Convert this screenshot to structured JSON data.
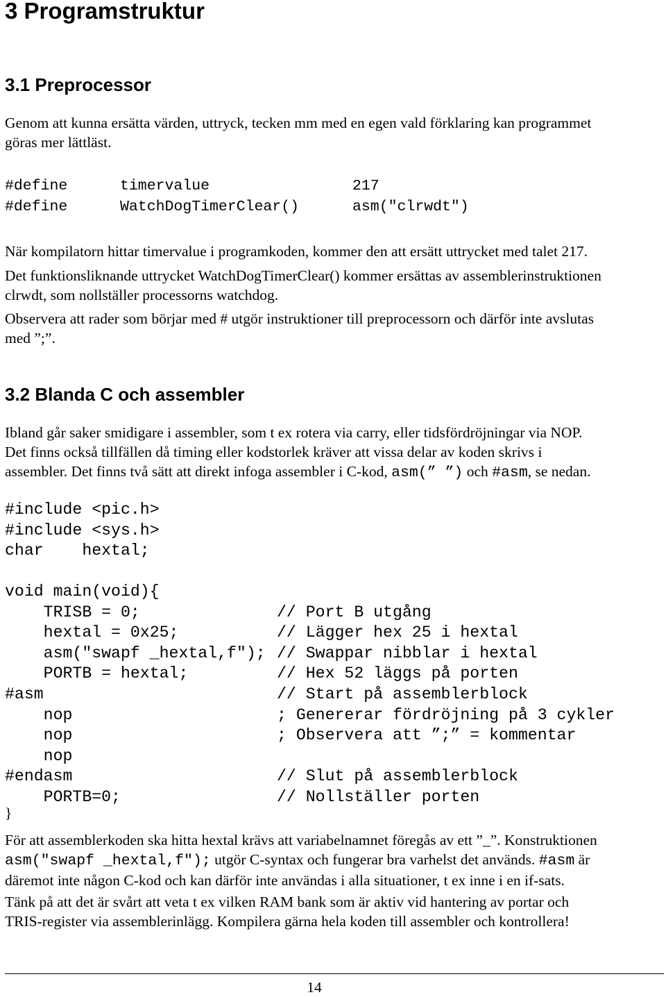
{
  "chapter": {
    "title": "3 Programstruktur"
  },
  "section_preprocessor": {
    "heading": "3.1 Preprocessor",
    "intro": [
      "Genom att kunna ersätta värden, uttryck, tecken mm med en egen vald förklaring kan programmet",
      "göras mer lättläst."
    ],
    "defines": [
      {
        "directive": "#define",
        "name": "timervalue",
        "value": "217"
      },
      {
        "directive": "#define",
        "name": "WatchDogTimerClear()",
        "value": "asm(\"clrwdt\")"
      }
    ],
    "explanation_1": [
      "När kompilatorn hittar timervalue i programkoden, kommer den att ersätt uttrycket med talet 217."
    ],
    "explanation_2": [
      "Det funktionsliknande uttrycket WatchDogTimerClear() kommer ersättas av assemblerinstruktionen",
      "clrwdt, som nollställer processorns watchdog."
    ],
    "explanation_3": [
      "Observera att rader som börjar med # utgör instruktioner till preprocessorn och därför inte avslutas",
      "med ”;”."
    ]
  },
  "section_assembler": {
    "heading": "3.2 Blanda C och assembler",
    "intro_lines": [
      "Ibland går saker smidigare i assembler, som t ex rotera via carry, eller tidsfördröjningar via NOP.",
      "Det finns också tillfällen då timing eller kodstorlek kräver att vissa delar av koden skrivs i"
    ],
    "intro_last_prefix": "assembler. Det finns två sätt att direkt infoga assembler i C-kod, ",
    "intro_last_code_1": "asm(” ”)",
    "intro_last_mid": " och ",
    "intro_last_code_2": "#asm",
    "intro_last_suffix": ", se nedan.",
    "header_code": [
      "#include <pic.h>",
      "#include <sys.h>",
      "char    hextal;"
    ],
    "main_code": [
      {
        "code": "void main(void){",
        "comment": ""
      },
      {
        "code": "    TRISB = 0;",
        "comment": "// Port B utgång"
      },
      {
        "code": "    hextal = 0x25;",
        "comment": "// Lägger hex 25 i hextal"
      },
      {
        "code": "    asm(\"swapf _hextal,f\");",
        "comment": "// Swappar nibblar i hextal"
      },
      {
        "code": "    PORTB = hextal;",
        "comment": "// Hex 52 läggs på porten"
      },
      {
        "code": "#asm",
        "comment": "// Start på assemblerblock"
      },
      {
        "code": "    nop",
        "comment": "; Genererar fördröjning på 3 cykler"
      },
      {
        "code": "    nop",
        "comment": "; Observera att ”;” = kommentar"
      },
      {
        "code": "    nop",
        "comment": ""
      },
      {
        "code": "#endasm",
        "comment": "// Slut på assemblerblock"
      },
      {
        "code": "    PORTB=0;",
        "comment": "// Nollställer porten"
      }
    ],
    "closing_brace": "}",
    "after_1_line1": "För att assemblerkoden ska hitta hextal krävs att variabelnamnet föregås av ett ”_”. Konstruktionen",
    "after_1_line2_code": "asm(\"swapf _hextal,f\");",
    "after_1_line2_text": " utgör C-syntax och fungerar bra varhelst det används. ",
    "after_1_line2_code2": "#asm",
    "after_1_line2_tail": " är",
    "after_1_line3": "däremot inte någon C-kod och kan därför inte användas i alla situationer, t ex inne i en if-sats.",
    "after_2": [
      "Tänk på att det är svårt att veta t ex vilken RAM bank som är aktiv vid hantering av portar och",
      "TRIS-register via assemblerinlägg. Kompilera gärna hela koden till assembler och kontrollera!"
    ]
  },
  "footer": {
    "page_number": "14"
  }
}
